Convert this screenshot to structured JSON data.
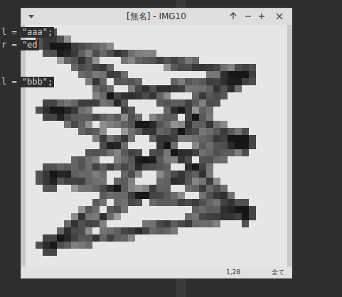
{
  "diagram": {
    "labels": [
      "[無名] - IMG10",
      "l = \"aaa\";",
      "r = \"ed",
      "l = \"bbb\";",
      "1,28",
      "全て"
    ]
  }
}
